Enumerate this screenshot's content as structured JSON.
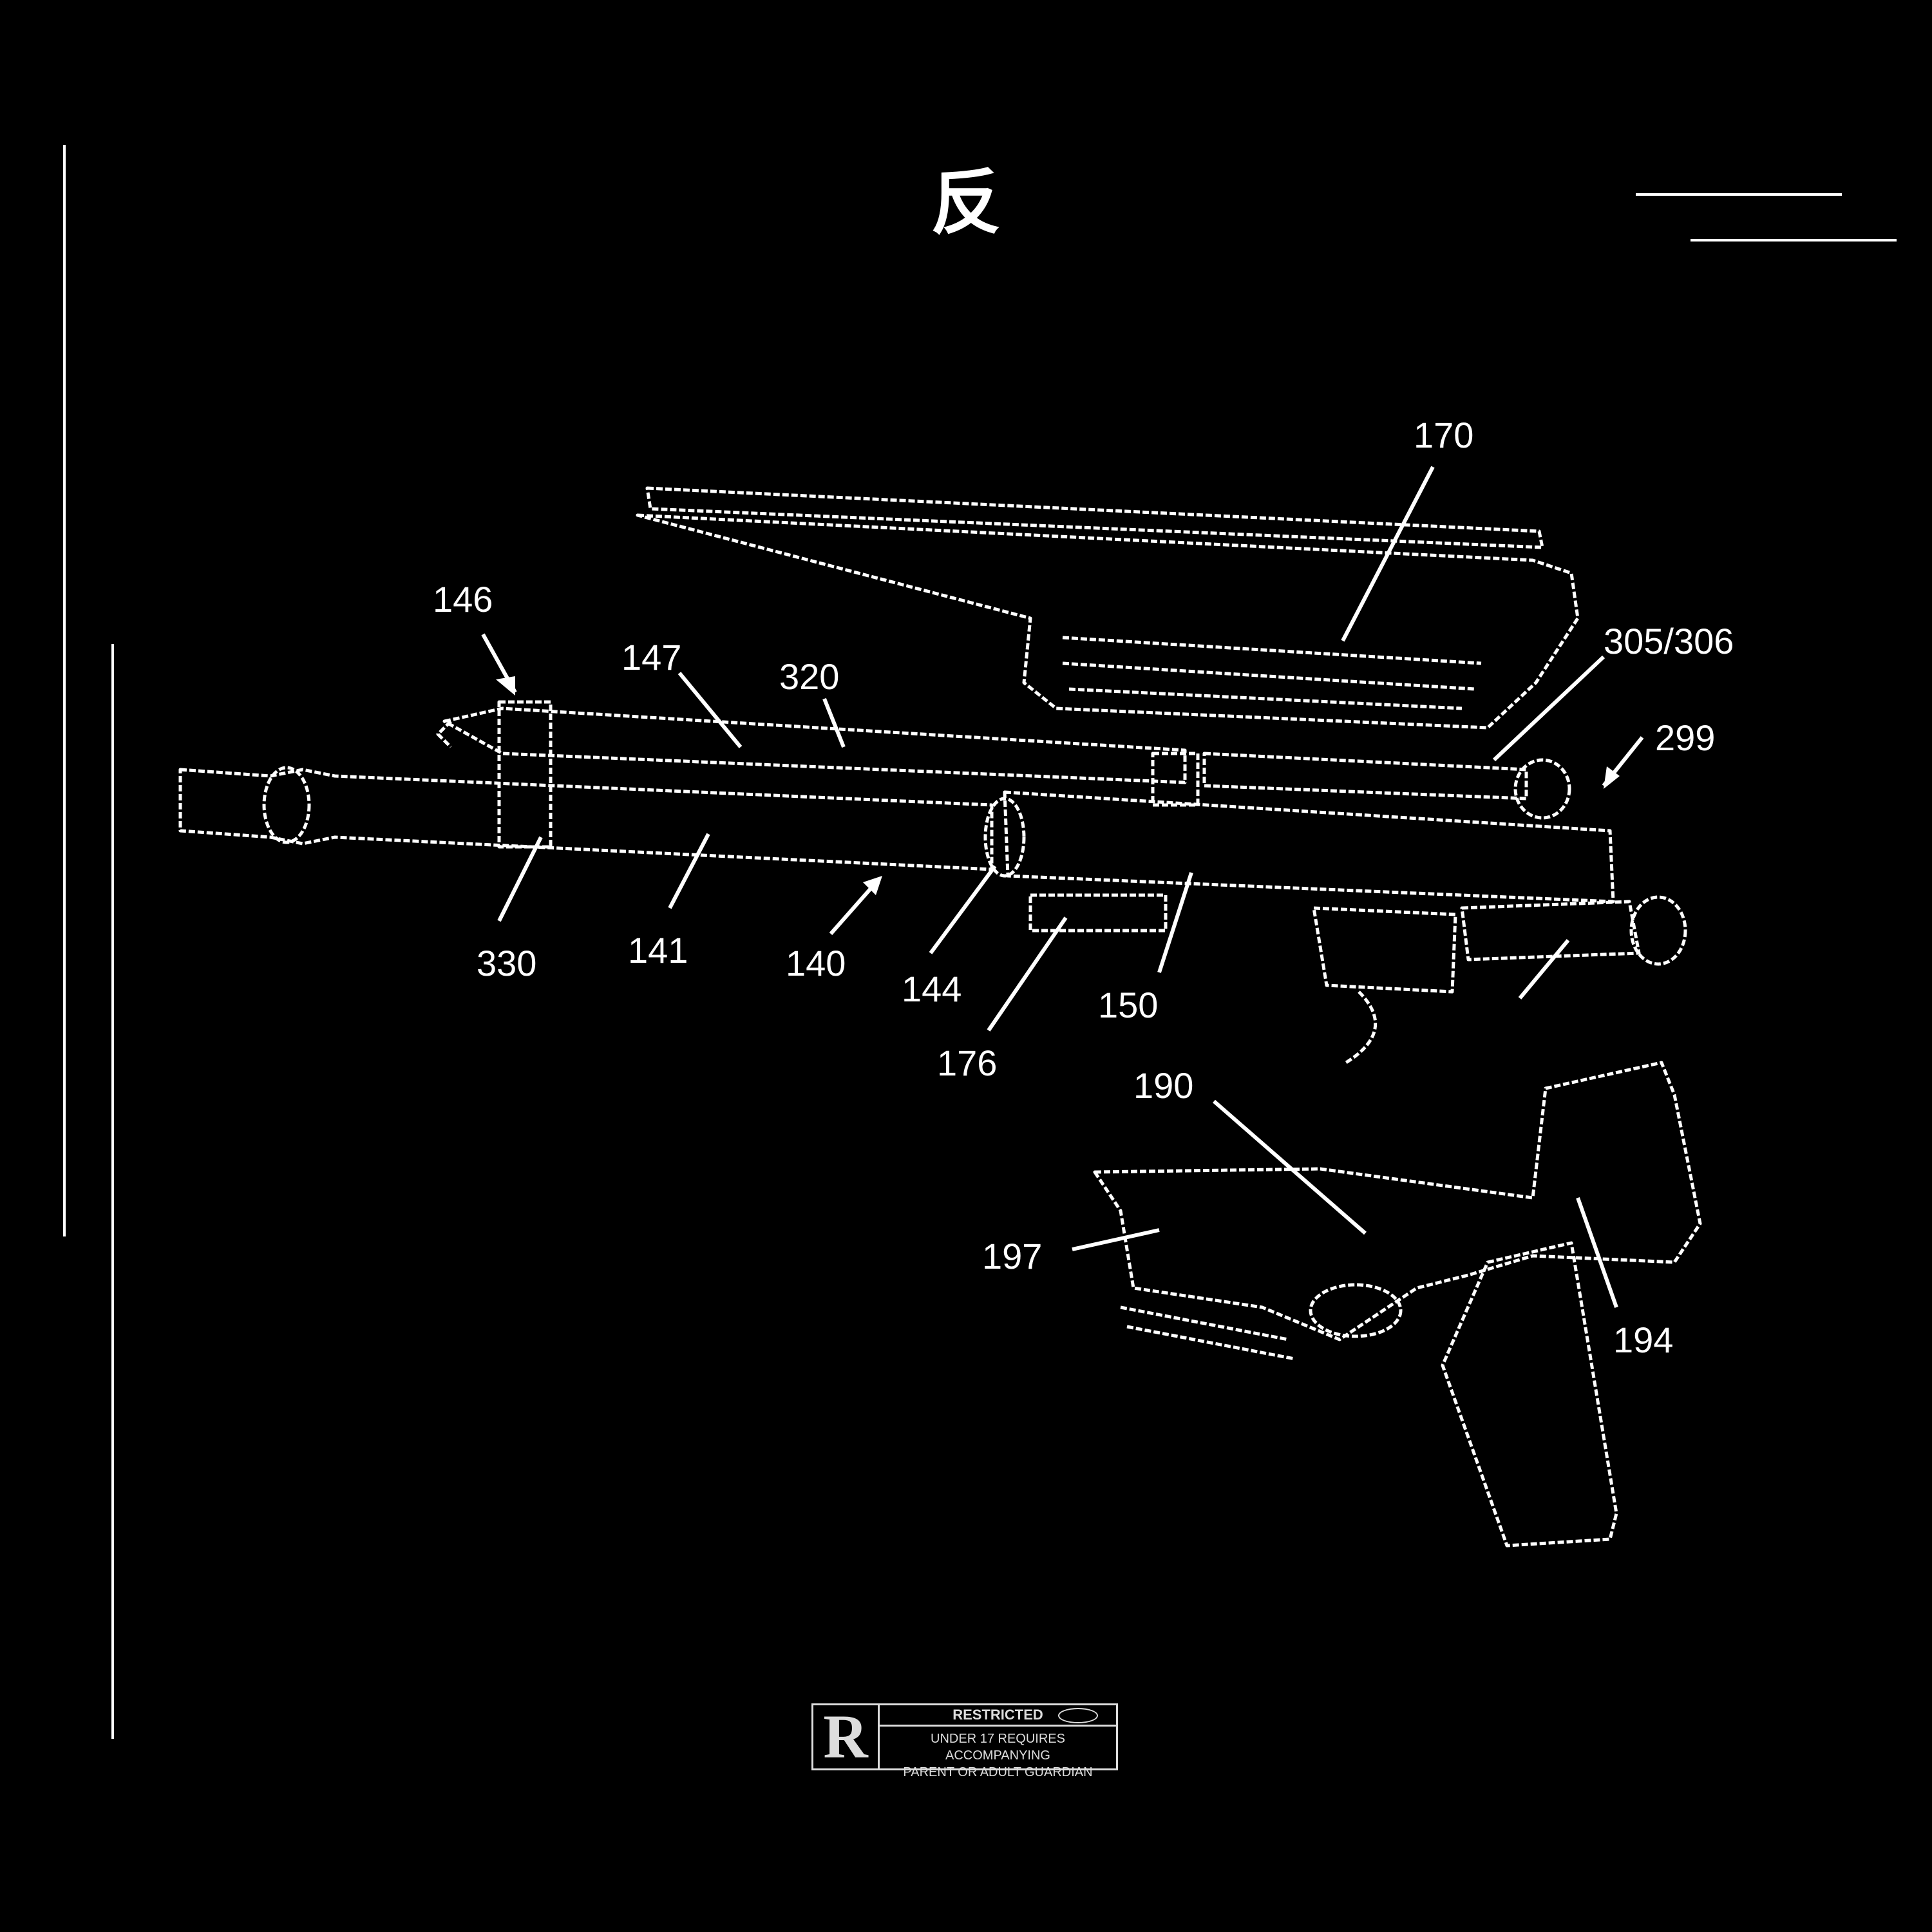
{
  "header": {
    "glyph": "反"
  },
  "callouts": [
    "170",
    "146",
    "147",
    "320",
    "305/306",
    "299",
    "330",
    "141",
    "140",
    "144",
    "176",
    "150",
    "190",
    "197",
    "194"
  ],
  "rating": {
    "letter": "R",
    "title": "RESTRICTED",
    "line1": "UNDER 17 REQUIRES ACCOMPANYING",
    "line2": "PARENT OR ADULT GUARDIAN"
  },
  "colors": {
    "background": "#000000",
    "line": "#ffffff"
  }
}
